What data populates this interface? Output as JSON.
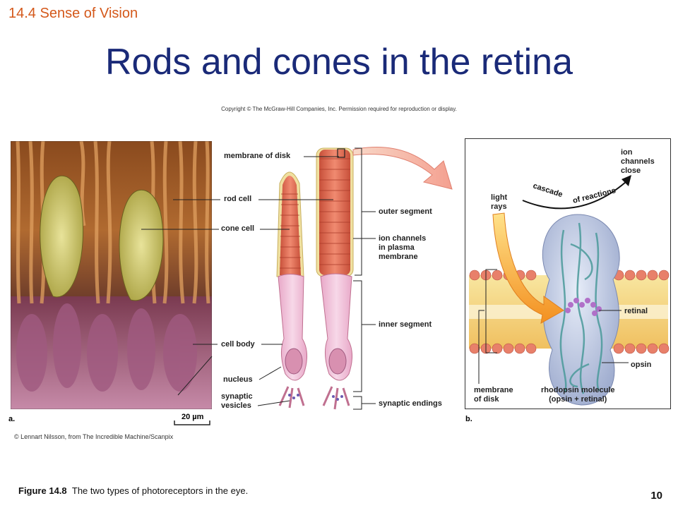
{
  "slide": {
    "section": "14.4 Sense of Vision",
    "title": "Rods and cones in the retina",
    "copyright": "Copyright © The McGraw-Hill Companies, Inc. Permission required for reproduction or display.",
    "credit": "© Lennart Nilsson, from The Incredible Machine/Scanpix",
    "caption_fig": "Figure 14.8",
    "caption_text": "The two types of photoreceptors in the eye.",
    "page_number": "10"
  },
  "panel_a": {
    "label": "a.",
    "scale_bar": "20 µm"
  },
  "panel_b": {
    "label": "b.",
    "top_labels": {
      "ion_channels_close": [
        "ion",
        "channels",
        "close"
      ],
      "cascade": "cascade",
      "of_reactions": "of reactions",
      "light_rays": [
        "light",
        "rays"
      ]
    }
  },
  "cell_labels": {
    "membrane_of_disk": "membrane of disk",
    "rod_cell": "rod cell",
    "cone_cell": "cone cell",
    "cell_body": "cell body",
    "nucleus": "nucleus",
    "synaptic_vesicles": [
      "synaptic",
      "vesicles"
    ],
    "outer_segment": "outer segment",
    "ion_channels_plasma": [
      "ion channels",
      "in plasma",
      "membrane"
    ],
    "inner_segment": "inner segment",
    "synaptic_endings": "synaptic endings"
  },
  "molecule_labels": {
    "retinal": "retinal",
    "opsin": "opsin",
    "membrane_of_disk": [
      "membrane",
      "of disk"
    ],
    "rhodopsin": [
      "rhodopsin molecule",
      "(opsin + retinal)"
    ]
  }
}
